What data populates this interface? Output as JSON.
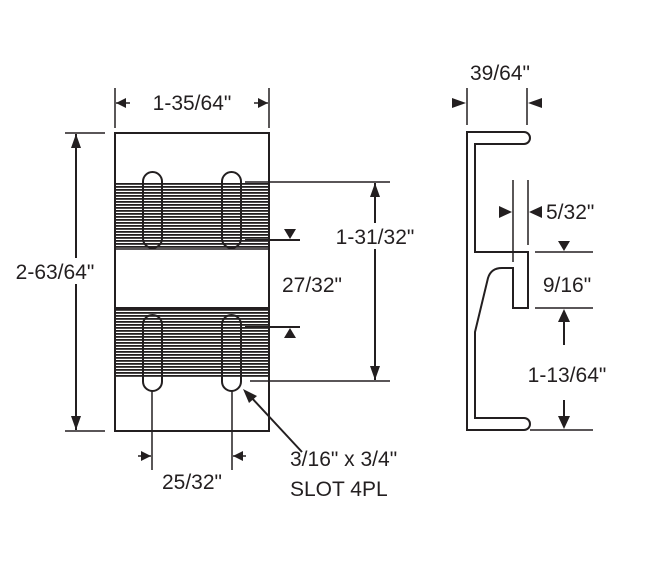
{
  "front_view": {
    "width_dim": "1-35/64\"",
    "height_dim": "2-63/64\"",
    "band_span_dim": "1-31/32\"",
    "gap_dim": "27/32\"",
    "slot_spacing_dim": "25/32\"",
    "slot_note_line1": "3/16\" x 3/4\"",
    "slot_note_line2": "SLOT 4PL"
  },
  "side_view": {
    "depth_dim": "39/64\"",
    "tab_thickness_dim": "5/32\"",
    "tab_height_dim": "9/16\"",
    "lower_dim": "1-13/64\""
  },
  "colors": {
    "line": "#231f20",
    "background": "#ffffff"
  }
}
